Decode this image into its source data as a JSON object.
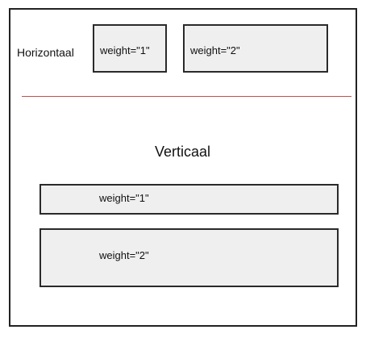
{
  "horizontal": {
    "label": "Horizontaal",
    "boxes": [
      {
        "label": "weight=\"1\""
      },
      {
        "label": "weight=\"2\""
      }
    ]
  },
  "vertical": {
    "label": "Verticaal",
    "boxes": [
      {
        "label": "weight=\"1\""
      },
      {
        "label": "weight=\"2\""
      }
    ]
  },
  "colors": {
    "divider": "#c0504d",
    "box_fill": "#efefef",
    "border": "#222222"
  }
}
